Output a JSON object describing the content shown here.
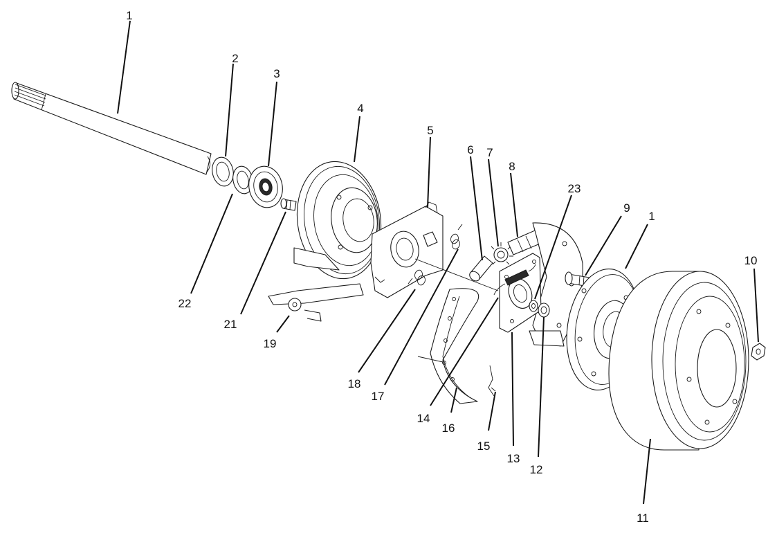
{
  "callouts": {
    "c1a": "1",
    "c2": "2",
    "c3": "3",
    "c4": "4",
    "c5": "5",
    "c6": "6",
    "c7": "7",
    "c8": "8",
    "c23": "23",
    "c9": "9",
    "c1b": "1",
    "c10": "10",
    "c22": "22",
    "c21": "21",
    "c19": "19",
    "c18": "18",
    "c17": "17",
    "c14": "14",
    "c16": "16",
    "c15": "15",
    "c13": "13",
    "c12": "12",
    "c11": "11"
  }
}
